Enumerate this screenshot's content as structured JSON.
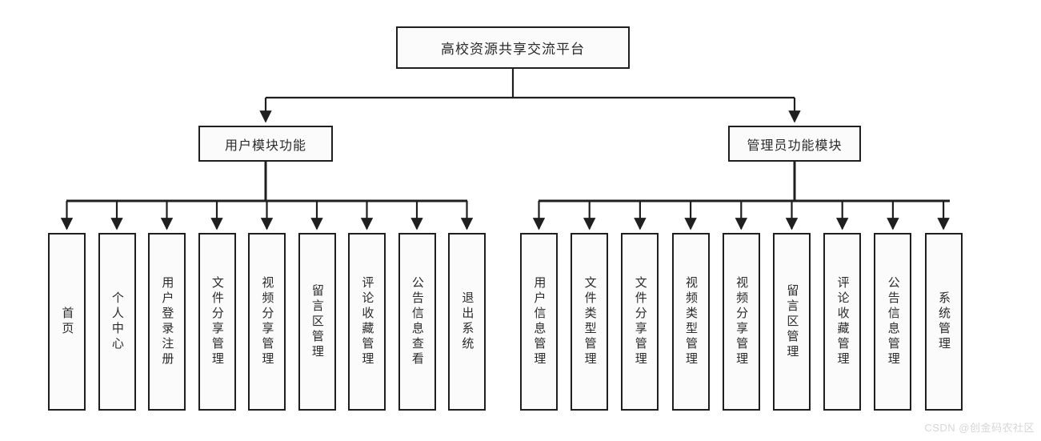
{
  "diagram": {
    "title": "高校资源共享交流平台",
    "root": {
      "label": "高校资源共享交流平台"
    },
    "branches": [
      {
        "id": "user",
        "label": "用户模块功能",
        "leaves": [
          {
            "label": "首页"
          },
          {
            "label": "个人中心"
          },
          {
            "label": "用户登录注册"
          },
          {
            "label": "文件分享管理"
          },
          {
            "label": "视频分享管理"
          },
          {
            "label": "留言区管理"
          },
          {
            "label": "评论收藏管理"
          },
          {
            "label": "公告信息查看"
          },
          {
            "label": "退出系统"
          }
        ]
      },
      {
        "id": "admin",
        "label": "管理员功能模块",
        "leaves": [
          {
            "label": "用户信息管理"
          },
          {
            "label": "文件类型管理"
          },
          {
            "label": "文件分享管理"
          },
          {
            "label": "视频类型管理"
          },
          {
            "label": "视频分享管理"
          },
          {
            "label": "留言区管理"
          },
          {
            "label": "评论收藏管理"
          },
          {
            "label": "公告信息管理"
          },
          {
            "label": "系统管理"
          }
        ]
      }
    ],
    "colors": {
      "line": "#1f1f1f",
      "box_fill": "#fbfbfb",
      "box_border": "#1f1f1f",
      "text": "#2b2b2b",
      "background": "#ffffff"
    }
  },
  "watermark": {
    "text": "CSDN @创金码农社区"
  }
}
